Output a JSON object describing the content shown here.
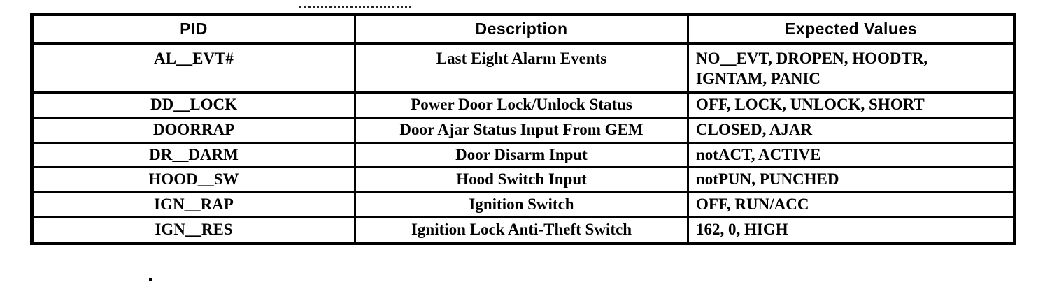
{
  "table": {
    "headers": [
      "PID",
      "Description",
      "Expected Values"
    ],
    "rows": [
      {
        "pid": "AL__EVT#",
        "description": "Last Eight Alarm Events",
        "expected_values": "NO__EVT, DROPEN, HOODTR, IGNTAM, PANIC"
      },
      {
        "pid": "DD__LOCK",
        "description": "Power Door Lock/Unlock Status",
        "expected_values": "OFF, LOCK, UNLOCK, SHORT"
      },
      {
        "pid": "DOORRAP",
        "description": "Door Ajar Status Input From GEM",
        "expected_values": "CLOSED, AJAR"
      },
      {
        "pid": "DR__DARM",
        "description": "Door Disarm Input",
        "expected_values": "notACT, ACTIVE"
      },
      {
        "pid": "HOOD__SW",
        "description": "Hood Switch Input",
        "expected_values": "notPUN, PUNCHED"
      },
      {
        "pid": "IGN__RAP",
        "description": "Ignition Switch",
        "expected_values": "OFF, RUN/ACC"
      },
      {
        "pid": "IGN__RES",
        "description": "Ignition Lock Anti-Theft Switch",
        "expected_values": "162, 0, HIGH"
      }
    ],
    "colors": {
      "border": "#000000",
      "text": "#000000",
      "background": "#ffffff"
    }
  }
}
